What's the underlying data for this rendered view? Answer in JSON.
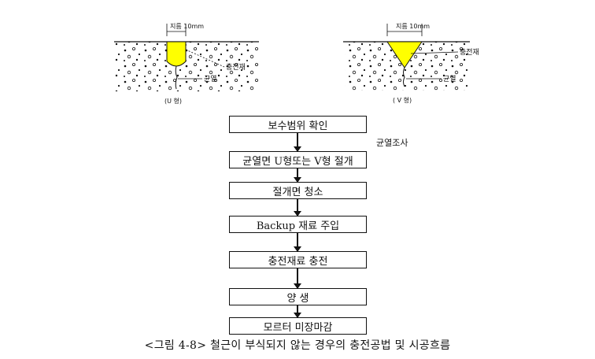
{
  "u_figure": {
    "width_label": "지름 10mm",
    "filler_label": "충전재",
    "crack_label": "균열",
    "type_label": "(U 형)"
  },
  "v_figure": {
    "width_label": "지름 10mm",
    "filler_label": "충전재",
    "crack_label": "균열",
    "type_label": "( V 형)"
  },
  "filler_color": "#ffff00",
  "flow": {
    "steps": [
      "보수범위 확인",
      "균열면 U형또는 V형 절개",
      "절개면 청소",
      "Backup 재료 주입",
      "충전재료 충전",
      "양 생",
      "모르터 미장마감"
    ],
    "side_note": "균열조사"
  },
  "caption": "<그림 4-8> 철근이 부식되지 않는 경우의 충전공법 및 시공흐름"
}
